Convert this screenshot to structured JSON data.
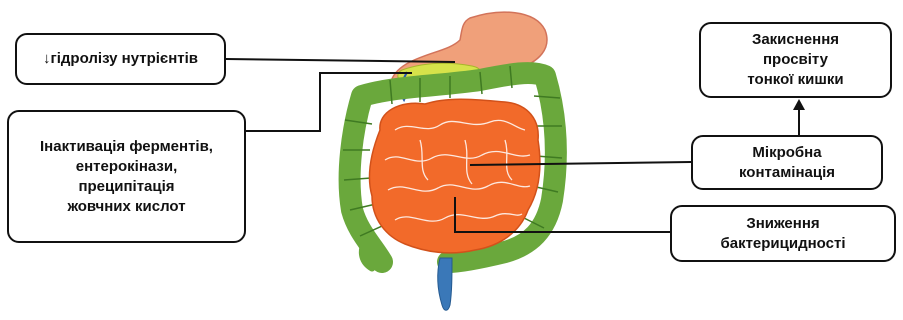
{
  "labels": {
    "hydrolysis": "↓гідролізу нутрієнтів",
    "inactivation": "Інактивація ферментів,\nентерокінази,\nпреципітація\nжовчних кислот",
    "acidification": "Закиснення\nпросвіту\nтонкої кишки",
    "contamination": "Мікробна\nконтамінація",
    "bactericidal": "Зниження\nбактерицидності"
  },
  "colors": {
    "stomach": "#f0a07a",
    "small_intestine": "#f26a2a",
    "large_intestine": "#6aa83c",
    "pancreas": "#d6e24a",
    "rectum": "#3a78b8",
    "box_border": "#111111"
  }
}
